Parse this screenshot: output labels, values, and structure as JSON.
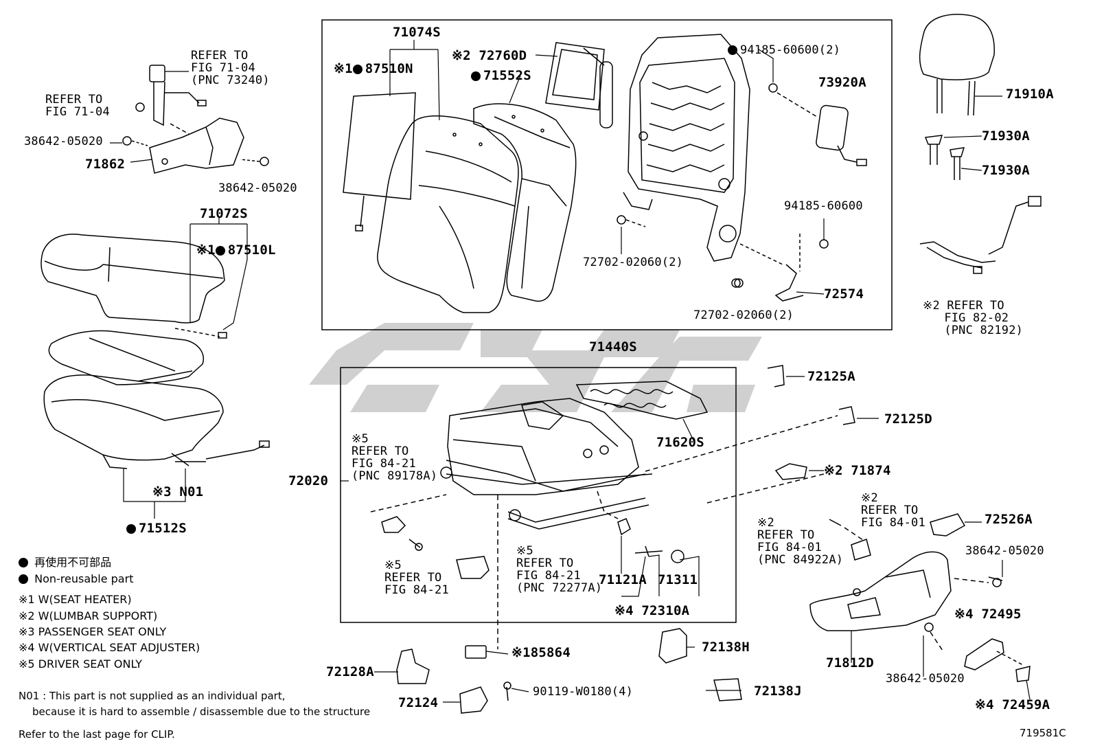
{
  "diagram_id": "719581C",
  "watermark_text": "GSAC",
  "groups": {
    "backrest_box": {
      "label": "71440S"
    },
    "frame_box": {
      "label": "72020"
    }
  },
  "parts": {
    "p71074S": "71074S",
    "p87510N": "87510N",
    "p87510N_mark": "※1",
    "p72760D": "72760D",
    "p72760D_mark": "※2",
    "p71552S": "71552S",
    "p94185_60600_2": "94185-60600(2)",
    "p73920A": "73920A",
    "p71910A": "71910A",
    "p71930A_1": "71930A",
    "p71930A_2": "71930A",
    "p94185_60600": "94185-60600",
    "p72702_02060_2a": "72702-02060(2)",
    "p72702_02060_2b": "72702-02060(2)",
    "p72574": "72574",
    "p38642_05020_a": "38642-05020",
    "p38642_05020_b": "38642-05020",
    "p38642_05020_c": "38642-05020",
    "p38642_05020_d": "38642-05020",
    "p71862": "71862",
    "p71072S": "71072S",
    "p87510L": "87510L",
    "p87510L_mark": "※1",
    "pN01": "N01",
    "pN01_mark": "※3",
    "p71512S": "71512S",
    "p72125A": "72125A",
    "p72125D": "72125D",
    "p71620S": "71620S",
    "p71874": "71874",
    "p71874_mark": "※2",
    "p72526A": "72526A",
    "p71121A": "71121A",
    "p71311": "71311",
    "p72310A": "72310A",
    "p72310A_mark": "※4",
    "p72495": "72495",
    "p72495_mark": "※4",
    "p71812D": "71812D",
    "p72459A": "72459A",
    "p72459A_mark": "※4",
    "p85864": "85864",
    "p85864_mark": "※1",
    "p72138H": "72138H",
    "p72138J": "72138J",
    "p72128A": "72128A",
    "p72124": "72124",
    "p90119": "90119-W0180(4)"
  },
  "refs": {
    "r_fig71_04_a": {
      "line1": "REFER TO",
      "line2": "FIG 71-04",
      "line3": "(PNC 73240)"
    },
    "r_fig71_04_b": {
      "line1": "REFER TO",
      "line2": "FIG 71-04"
    },
    "r_fig82_02": {
      "mark": "※2",
      "line1": "REFER TO",
      "line2": "FIG 82-02",
      "line3": "(PNC 82192)"
    },
    "r_fig84_21_a": {
      "mark": "※5",
      "line1": "REFER TO",
      "line2": "FIG 84-21",
      "line3": "(PNC 89178A)"
    },
    "r_fig84_21_b": {
      "mark": "※5",
      "line1": "REFER TO",
      "line2": "FIG 84-21"
    },
    "r_fig84_21_c": {
      "mark": "※5",
      "line1": "REFER TO",
      "line2": "FIG 84-21",
      "line3": "(PNC 72277A)"
    },
    "r_fig84_01_a": {
      "mark": "※2",
      "line1": "REFER TO",
      "line2": "FIG 84-01"
    },
    "r_fig84_01_b": {
      "mark": "※2",
      "line1": "REFER TO",
      "line2": "FIG 84-01",
      "line3": "(PNC 84922A)"
    }
  },
  "legend": {
    "jp": "再使用不可部品",
    "en": "Non-reusable part",
    "n1": "※1 W(SEAT HEATER)",
    "n2": "※2 W(LUMBAR SUPPORT)",
    "n3": "※3 PASSENGER SEAT ONLY",
    "n4": "※4 W(VERTICAL SEAT ADJUSTER)",
    "n5": "※5 DRIVER SEAT ONLY",
    "n01_line1": "N01 : This part is not supplied as an individual part,",
    "n01_line2": "because it is hard to assemble / disassemble due to the structure",
    "clip": "Refer to the last page for CLIP."
  }
}
